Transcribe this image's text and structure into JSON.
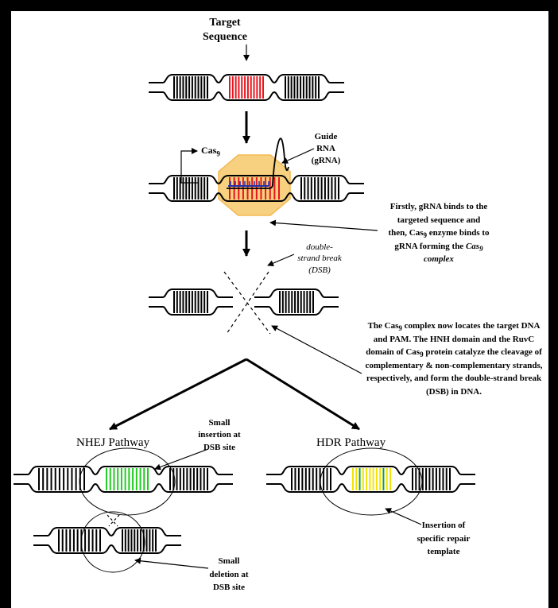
{
  "labels": {
    "target": [
      "Target",
      "Sequence"
    ],
    "guide": [
      "Guide",
      "RNA",
      "(gRNA)"
    ],
    "cas9": {
      "base": "Cas",
      "sub": "9"
    },
    "dsb": [
      "double-",
      "strand break",
      "(DSB)"
    ],
    "step1": {
      "l1": "Firstly, gRNA binds to the",
      "l2": "targeted sequence and",
      "l3a": "then, Cas",
      "l3sub": "9",
      "l3b": " enzyme binds to",
      "l4a": "gRNA forming the ",
      "l4b": "Cas",
      "l4sub": "9",
      "l5": "complex"
    },
    "step2": {
      "l1a": "The Cas",
      "l1sub": "9",
      "l1b": " complex now locates the target DNA",
      "l2": "and PAM. The HNH domain and the RuvC",
      "l3a": "domain of Cas",
      "l3sub": "9",
      "l3b": " protein catalyze the cleavage of",
      "l4": "complementary & non-complementary strands,",
      "l5": "respectively, and form the double-strand break",
      "l6": "(DSB) in DNA."
    },
    "nhej": "NHEJ Pathway",
    "hdr": "HDR Pathway",
    "small_insertion": [
      "Small",
      "insertion at",
      "DSB site"
    ],
    "repair_template": [
      "Insertion of",
      "specific repair",
      "template"
    ],
    "small_deletion": [
      "Small",
      "deletion at",
      "DSB site"
    ]
  },
  "colors": {
    "target_rungs": "#e8141e",
    "cas9_complex": "#f7cf7a",
    "cas9_complex_edge": "#f3b64b",
    "grna_strand": "#1f2fa8",
    "insertion_rungs": "#22cc22",
    "template_rungs": "#f2e400",
    "frame": "#000000"
  }
}
